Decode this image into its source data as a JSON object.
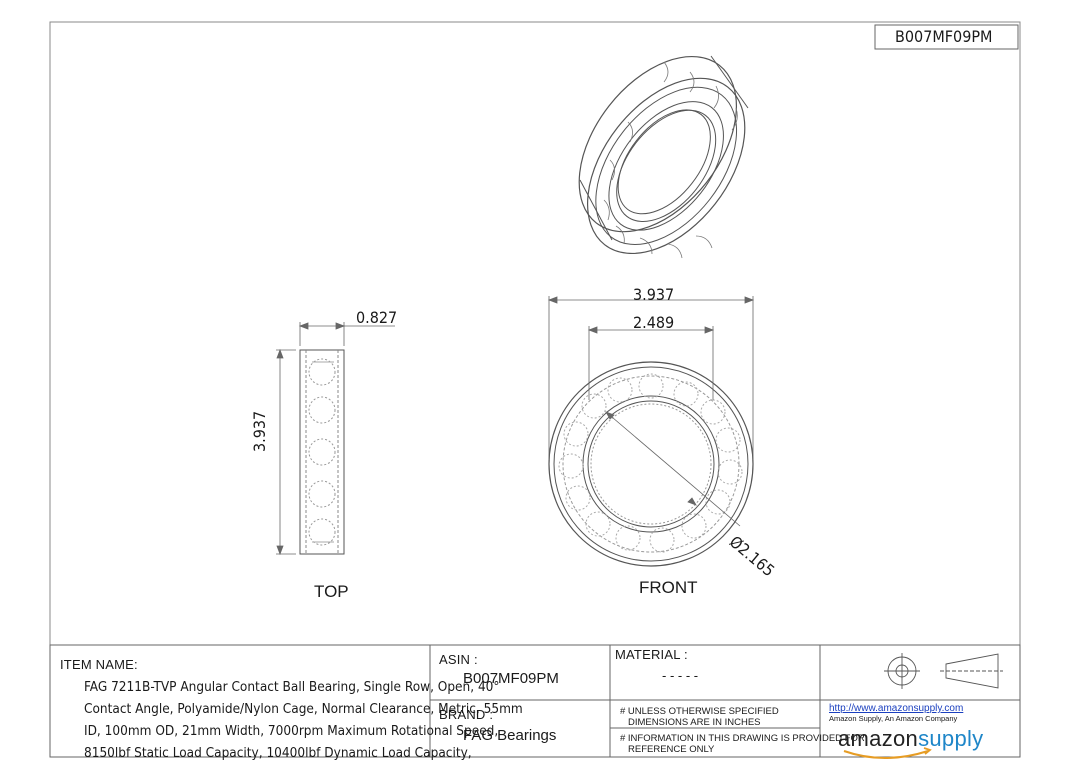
{
  "drawing": {
    "part_number_top": "B007MF09PM",
    "dimensions": {
      "top_width": "0.827",
      "top_height": "3.937",
      "front_outer": "3.937",
      "front_inner": "2.489",
      "front_bore": "Ø2.165"
    },
    "views": {
      "top": "TOP",
      "front": "FRONT"
    }
  },
  "title_block": {
    "item_name_label": "ITEM NAME:",
    "item_name_lines": [
      "FAG 7211B-TVP Angular Contact Ball Bearing, Single Row, Open, 40°",
      "Contact Angle, Polyamide/Nylon Cage, Normal Clearance, Metric, 55mm",
      "ID, 100mm OD, 21mm Width, 7000rpm Maximum Rotational Speed,",
      "8150lbf Static Load Capacity, 10400lbf Dynamic Load Capacity,"
    ],
    "asin_label": "ASIN :",
    "asin_value": "B007MF09PM",
    "brand_label": "BRAND :",
    "brand_value": "FAG Bearings",
    "material_label": "MATERIAL :",
    "material_value": "- - - - -",
    "notes": [
      [
        "# UNLESS OTHERWISE SPECIFIED",
        "DIMENSIONS ARE IN INCHES"
      ],
      [
        "# INFORMATION IN THIS DRAWING IS PROVIDED FOR",
        "REFERENCE ONLY"
      ]
    ],
    "url": "http://www.amazonsupply.com",
    "company": "Amazon Supply, An Amazon Company",
    "logo_text_1": "amazon",
    "logo_text_2": "supply"
  }
}
